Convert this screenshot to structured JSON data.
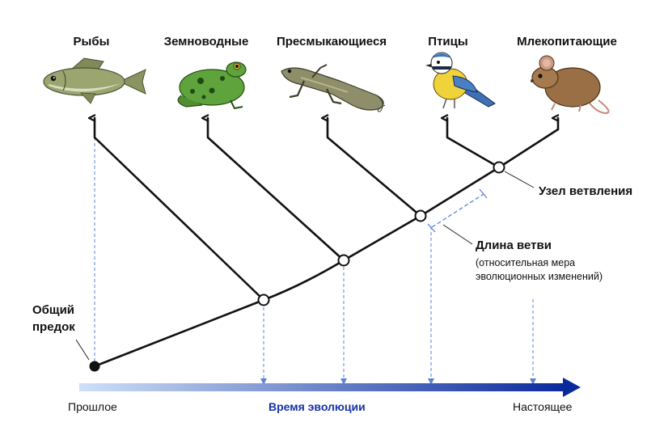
{
  "taxa": [
    {
      "label": "Рыбы",
      "icon": "fish-icon"
    },
    {
      "label": "Земноводные",
      "icon": "frog-icon"
    },
    {
      "label": "Пресмыкающиеся",
      "icon": "lizard-icon"
    },
    {
      "label": "Птицы",
      "icon": "bird-icon"
    },
    {
      "label": "Млекопитающие",
      "icon": "mouse-icon"
    }
  ],
  "annotations": {
    "node": "Узел ветвления",
    "branch_length": "Длина ветви",
    "branch_length_note_1": "(относительная мера",
    "branch_length_note_2": "эволюционных изменений)",
    "ancestor_1": "Общий",
    "ancestor_2": "предок"
  },
  "time_axis": {
    "past": "Прошлое",
    "title": "Время эволюции",
    "present": "Настоящее"
  },
  "colors": {
    "tree": "#111111",
    "axis_start": "#cfe0f7",
    "axis_end": "#0a2a9c",
    "dashed": "#5a84d6",
    "axis_title": "#1631a8"
  }
}
